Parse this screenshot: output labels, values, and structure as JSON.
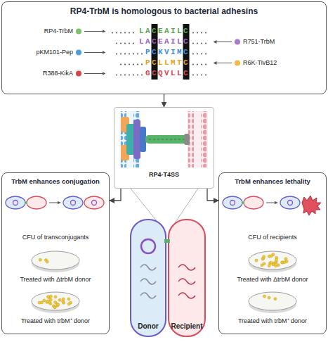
{
  "diagram": {
    "nodes": [
      {
        "text": [
          "RP4-TrbM is homologous to bacterial adhesins"
        ]
      },
      {
        "text": [
          "RP4-T4SS"
        ]
      },
      {
        "text": [
          "TrbM enhances conjugation",
          "CFU of transconjugants",
          "Treated with ΔtrbM donor",
          "Treated with trbM⁺ donor"
        ]
      },
      {
        "text": [
          "TrbM enhances lethality",
          "CFU of recipients",
          "Treated with ΔtrbM donor",
          "Treated with trbM⁺ donor"
        ]
      },
      {
        "text": [
          "Donor"
        ]
      },
      {
        "text": [
          "Recipient"
        ]
      }
    ],
    "edges": [
      {
        "from": 0,
        "to": 1,
        "arrow": "to"
      },
      {
        "from": 1,
        "to": 2,
        "arrow": "to"
      },
      {
        "from": 1,
        "to": 3,
        "arrow": "to"
      }
    ],
    "labels": [
      "RP4-TrbM",
      "LACEAILC",
      "R751-TrbM",
      "LACEAILC",
      "pKM101-Pep",
      "PCKVIMC",
      "R6K-TivB12",
      "PCLLMTC",
      "R388-KikA",
      "GCQVLLC"
    ]
  }
}
